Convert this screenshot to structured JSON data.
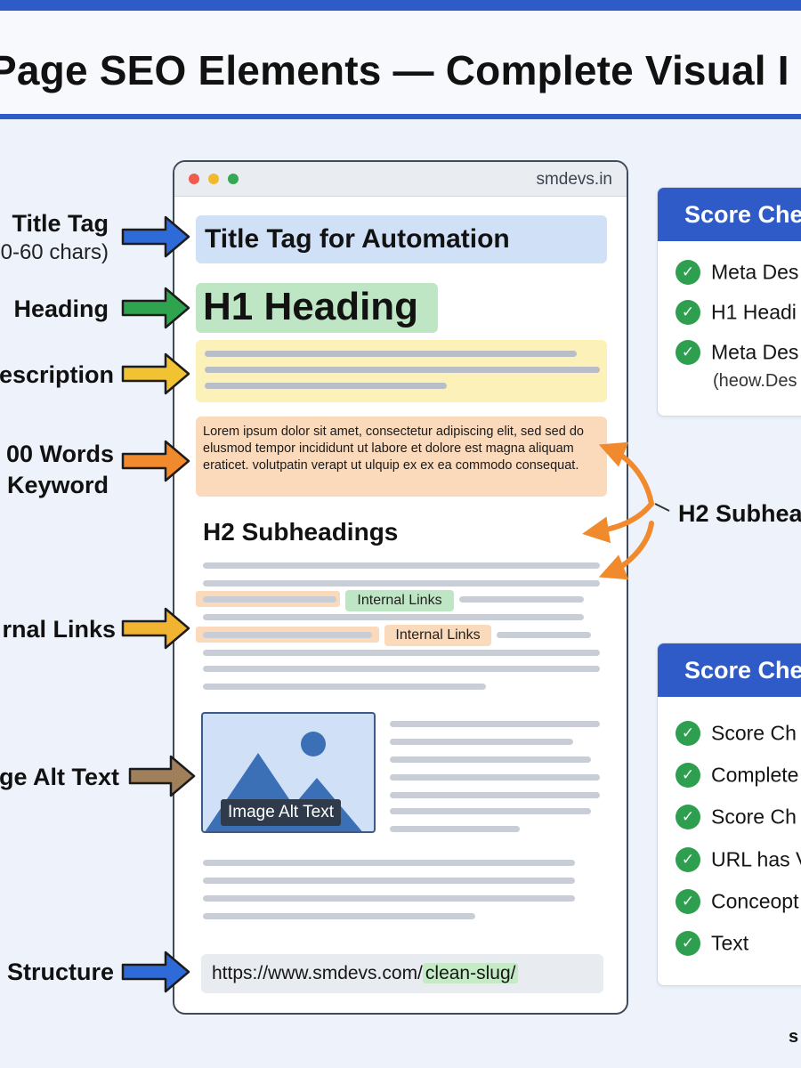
{
  "header": {
    "title": "Page SEO Elements — Complete Visual I"
  },
  "browser": {
    "domain": "smdevs.in",
    "title_tag_text": "Title Tag for Automation",
    "h1_text": "H1 Heading",
    "body_paragraph": "Lorem ipsum dolor sit amet, consectetur adipiscing elit, sed sed do elusmod tempor incididunt ut labore et dolore est magna aliquam eraticet. volutpatin verapt ut ulquip ex ex ea commodo consequat.",
    "h2_text": "H2 Subheadings",
    "internal_link_1": "Internal Links",
    "internal_link_2": "Internal Links",
    "image_alt": "Image Alt Text",
    "url_base": "https://www.smdevs.com/",
    "url_slug": "clean-slug/"
  },
  "left_labels": {
    "title_tag": "Title Tag",
    "title_tag_sub": "0-60 chars)",
    "heading": "Heading",
    "description": "escription",
    "words_line1": "00 Words",
    "words_line2": "Keyword",
    "internal_links": "rnal Links",
    "image_alt": "ge Alt Text",
    "structure": "Structure"
  },
  "right_labels": {
    "h2": "H2 Subhea"
  },
  "score_panel_1": {
    "title": "Score Che",
    "items": [
      "Meta Des",
      "H1 Headi",
      "Meta Des"
    ],
    "note": "(heow.Des"
  },
  "score_panel_2": {
    "title": "Score Che",
    "items": [
      "Score Ch",
      "Complete",
      "Score Ch",
      "URL has V",
      "Conceopt",
      "Text"
    ]
  },
  "footer": {
    "mark": "s"
  },
  "colors": {
    "accent_blue": "#2f5bc8",
    "check_green": "#2e9e4f",
    "arrow_blue": "#2f6bd8",
    "arrow_green": "#2ea44f",
    "arrow_yellow": "#f1c232",
    "arrow_orange": "#f08a2c",
    "arrow_brown": "#a0805a"
  },
  "icons": [
    "window-dot-red",
    "window-dot-yellow",
    "window-dot-green",
    "mountain-image-icon",
    "check-icon",
    "arrow-right-icon",
    "curved-arrow-icon"
  ]
}
